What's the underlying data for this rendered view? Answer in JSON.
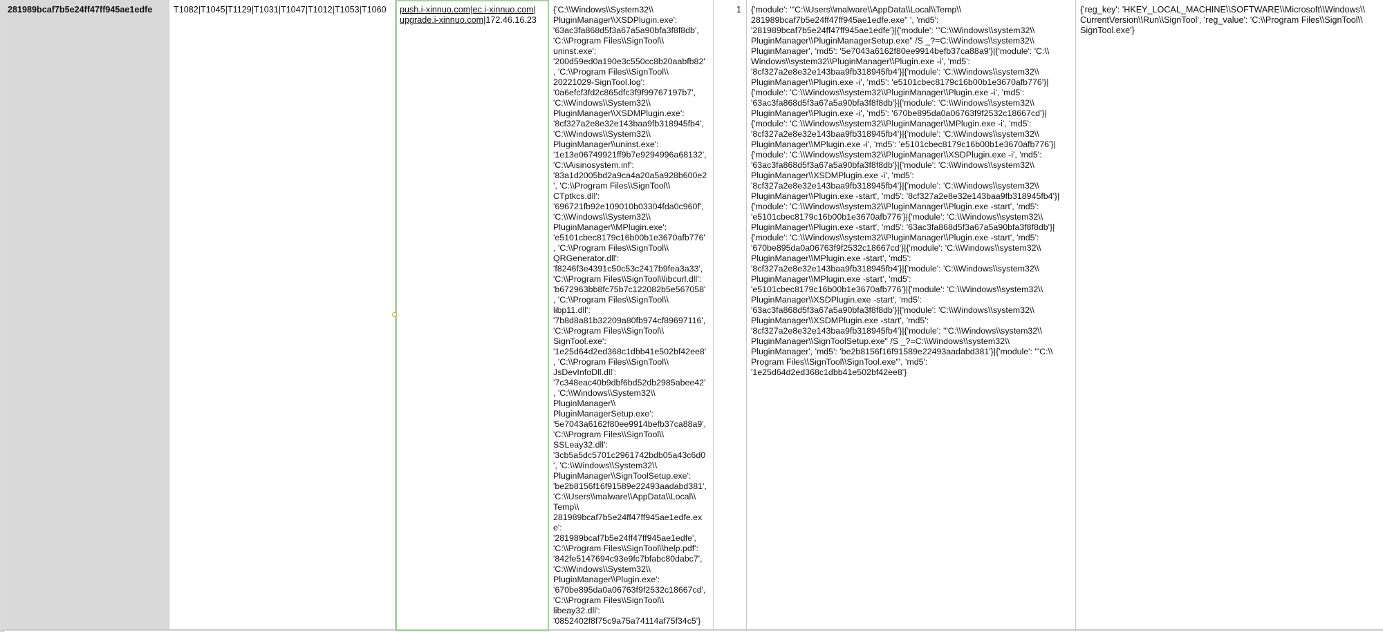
{
  "row": {
    "hash": "281989bcaf7b5e24ff47ff945ae1edfe",
    "techniques": "T1082|T1045|T1129|T1031|T1047|T1012|T1053|T1060",
    "domains": {
      "line1": "push.i-xinnuo.com|ec.i-xinnuo.com|",
      "line2_link": "upgrade.i-xinnuo.com",
      "line2_rest": "|172.46.16.23"
    },
    "files": "{'C:\\\\Windows\\\\System32\\\\\nPluginManager\\\\XSDPlugin.exe':\n'63ac3fa868d5f3a67a5a90bfa3f8f8db',\n'C:\\\\Program Files\\\\SignTool\\\\\nuninst.exe':\n'200d59ed0a190e3c550cc8b20aabfb82'\n, 'C:\\\\Program Files\\\\SignTool\\\\\n20221029-SignTool.log':\n'0a6efcf3fd2c865dfc3f9f99767197b7',\n'C:\\\\Windows\\\\System32\\\\\nPluginManager\\\\XSDMPlugin.exe':\n'8cf327a2e8e32e143baa9fb318945fb4',\n'C:\\\\Windows\\\\System32\\\\\nPluginManager\\\\uninst.exe':\n'1e13e06749921ff9b7e9294996a68132',\n'C:\\\\Aisinosystem.inf':\n'83a1d2005bd2a9ca4a20a5a928b600e2\n', 'C:\\\\Program Files\\\\SignTool\\\\\nCTptkcs.dll':\n'696721fb92e109010b03304fda0c960f',\n'C:\\\\Windows\\\\System32\\\\\nPluginManager\\\\MPlugin.exe':\n'e5101cbec8179c16b00b1e3670afb776'\n, 'C:\\\\Program Files\\\\SignTool\\\\\nQRGenerator.dll':\n'f8246f3e4391c50c53c2417b9fea3a33',\n'C:\\\\Program Files\\\\SignTool\\\\libcurl.dll':\n'b672963bb8fc75b7c122082b5e567058'\n, 'C:\\\\Program Files\\\\SignTool\\\\\nlibp11.dll':\n'7b8d8a81b32209a80fb974cf89697116',\n'C:\\\\Program Files\\\\SignTool\\\\\nSignTool.exe':\n'1e25d64d2ed368c1dbb41e502bf42ee8'\n, 'C:\\\\Program Files\\\\SignTool\\\\\nJsDevInfoDll.dll':\n'7c348eac40b9dbf6bd52db2985abee42'\n, 'C:\\\\Windows\\\\System32\\\\\nPluginManager\\\\\nPluginManagerSetup.exe':\n'5e7043a6162f80ee9914befb37ca88a9',\n'C:\\\\Program Files\\\\SignTool\\\\\nSSLeay32.dll':\n'3cb5a5dc5701c2961742bdb05a43c6d0\n', 'C:\\\\Windows\\\\System32\\\\\nPluginManager\\\\SignToolSetup.exe':\n'be2b8156f16f91589e22493aadabd381',\n'C:\\\\Users\\\\malware\\\\AppData\\\\Local\\\\\nTemp\\\\\n281989bcaf7b5e24ff47ff945ae1edfe.ex\ne':\n'281989bcaf7b5e24ff47ff945ae1edfe',\n'C:\\\\Program Files\\\\SignTool\\\\help.pdf':\n'842fe5147694c93e9fc7bfabc80dabc7',\n'C:\\\\Windows\\\\System32\\\\\nPluginManager\\\\Plugin.exe':\n'670be895da0a06763f9f2532c18667cd',\n'C:\\\\Program Files\\\\SignTool\\\\\nlibeay32.dll':\n'0852402f8f75c9a75a74114af75f34c5'}",
    "count": "1",
    "processes": "{'module': '\"C:\\\\Users\\\\malware\\\\AppData\\\\Local\\\\Temp\\\\\n281989bcaf7b5e24ff47ff945ae1edfe.exe\" ', 'md5':\n'281989bcaf7b5e24ff47ff945ae1edfe'}|{'module': '\"C:\\\\Windows\\\\system32\\\\\nPluginManager\\\\PluginManagerSetup.exe\" /S _?=C:\\\\Windows\\\\system32\\\\\nPluginManager', 'md5': '5e7043a6162f80ee9914befb37ca88a9'}|{'module': 'C:\\\\\nWindows\\\\system32\\\\PluginManager\\\\Plugin.exe -i', 'md5':\n'8cf327a2e8e32e143baa9fb318945fb4'}|{'module': 'C:\\\\Windows\\\\system32\\\\\nPluginManager\\\\Plugin.exe -i', 'md5': 'e5101cbec8179c16b00b1e3670afb776'}|\n{'module': 'C:\\\\Windows\\\\system32\\\\PluginManager\\\\Plugin.exe -i', 'md5':\n'63ac3fa868d5f3a67a5a90bfa3f8f8db'}|{'module': 'C:\\\\Windows\\\\system32\\\\\nPluginManager\\\\Plugin.exe -i', 'md5': '670be895da0a06763f9f2532c18667cd'}|\n{'module': 'C:\\\\Windows\\\\system32\\\\PluginManager\\\\MPlugin.exe -i', 'md5':\n'8cf327a2e8e32e143baa9fb318945fb4'}|{'module': 'C:\\\\Windows\\\\system32\\\\\nPluginManager\\\\MPlugin.exe -i', 'md5': 'e5101cbec8179c16b00b1e3670afb776'}|\n{'module': 'C:\\\\Windows\\\\system32\\\\PluginManager\\\\XSDPlugin.exe -i', 'md5':\n'63ac3fa868d5f3a67a5a90bfa3f8f8db'}|{'module': 'C:\\\\Windows\\\\system32\\\\\nPluginManager\\\\XSDMPlugin.exe -i', 'md5':\n'8cf327a2e8e32e143baa9fb318945fb4'}|{'module': 'C:\\\\Windows\\\\system32\\\\\nPluginManager\\\\Plugin.exe -start', 'md5': '8cf327a2e8e32e143baa9fb318945fb4'}|\n{'module': 'C:\\\\Windows\\\\system32\\\\PluginManager\\\\Plugin.exe -start', 'md5':\n'e5101cbec8179c16b00b1e3670afb776'}|{'module': 'C:\\\\Windows\\\\system32\\\\\nPluginManager\\\\Plugin.exe -start', 'md5': '63ac3fa868d5f3a67a5a90bfa3f8f8db'}|\n{'module': 'C:\\\\Windows\\\\system32\\\\PluginManager\\\\Plugin.exe -start', 'md5':\n'670be895da0a06763f9f2532c18667cd'}|{'module': 'C:\\\\Windows\\\\system32\\\\\nPluginManager\\\\MPlugin.exe -start', 'md5':\n'8cf327a2e8e32e143baa9fb318945fb4'}|{'module': 'C:\\\\Windows\\\\system32\\\\\nPluginManager\\\\MPlugin.exe -start', 'md5':\n'e5101cbec8179c16b00b1e3670afb776'}|{'module': 'C:\\\\Windows\\\\system32\\\\\nPluginManager\\\\XSDPlugin.exe -start', 'md5':\n'63ac3fa868d5f3a67a5a90bfa3f8f8db'}|{'module': 'C:\\\\Windows\\\\system32\\\\\nPluginManager\\\\XSDMPlugin.exe -start', 'md5':\n'8cf327a2e8e32e143baa9fb318945fb4'}|{'module': '\"C:\\\\Windows\\\\system32\\\\\nPluginManager\\\\SignToolSetup.exe\" /S _?=C:\\\\Windows\\\\system32\\\\\nPluginManager', 'md5': 'be2b8156f16f91589e22493aadabd381'}|{'module': '\"C:\\\\\nProgram Files\\\\SignTool\\\\SignTool.exe\"', 'md5':\n'1e25d64d2ed368c1dbb41e502bf42ee8'}",
    "registry": "{'reg_key': 'HKEY_LOCAL_MACHINE\\\\SOFTWARE\\\\Microsoft\\\\Windows\\\\\nCurrentVersion\\\\Run\\\\SignTool', 'reg_value': 'C:\\\\Program Files\\\\SignTool\\\\\nSignTool.exe'}"
  }
}
